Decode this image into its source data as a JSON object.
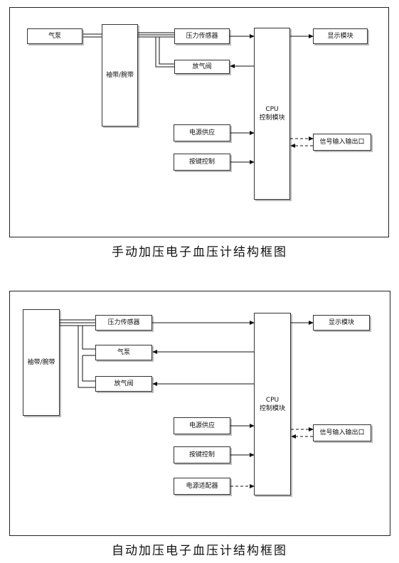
{
  "manual": {
    "caption": "手动加压电子血压计结构框图",
    "blocks": {
      "pump": "气泵",
      "cuff": "袖带/腕带",
      "pressure_sensor": "压力传感器",
      "valve": "放气阀",
      "cpu_line1": "CPU",
      "cpu_line2": "控制模块",
      "display": "显示模块",
      "power": "电源供应",
      "keys": "按键控制",
      "signal_io": "信号输入输出口"
    }
  },
  "auto": {
    "caption": "自动加压电子血压计结构框图",
    "blocks": {
      "cuff": "袖带/腕带",
      "pressure_sensor": "压力传感器",
      "pump": "气泵",
      "valve": "放气阀",
      "cpu_line1": "CPU",
      "cpu_line2": "控制模块",
      "display": "显示模块",
      "power": "电源供应",
      "keys": "按键控制",
      "adapter": "电源适配器",
      "signal_io": "信号输入输出口"
    }
  }
}
